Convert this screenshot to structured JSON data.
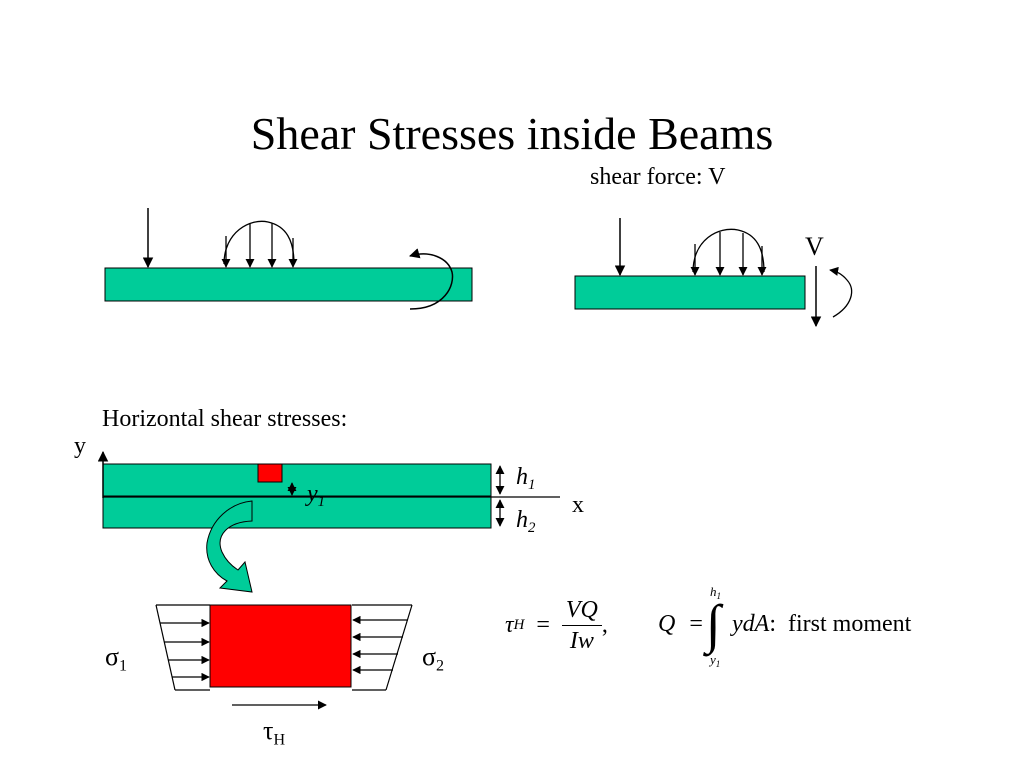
{
  "slide": {
    "title": "Shear Stresses inside Beams",
    "shear_force_label": "shear force: V",
    "v_label": "V",
    "horizontal_label": "Horizontal shear stresses:",
    "axis_y": "y",
    "axis_x": "x",
    "y1": {
      "base": "y",
      "sub": "1"
    },
    "h1": {
      "base": "h",
      "sub": "1"
    },
    "h2": {
      "base": "h",
      "sub": "2"
    },
    "sigma1": {
      "base": "σ",
      "sub": "1"
    },
    "sigma2": {
      "base": "σ",
      "sub": "2"
    },
    "tauH": {
      "base": "τ",
      "sub": "H"
    },
    "formula1": {
      "lhs": "τ",
      "lhs_sub": "H",
      "eq": "=",
      "num": "VQ",
      "den": "Iw",
      "comma": ","
    },
    "formula2": {
      "lhs": "Q",
      "eq": "=",
      "integral": "∫",
      "upper": "h",
      "upper_sub": "1",
      "lower": "y",
      "lower_sub": "1",
      "integrand": "ydA",
      "colon": ":",
      "desc": "first moment"
    }
  },
  "colors": {
    "beam": "#00cc99",
    "element": "#ff0000",
    "ink": "#000000"
  }
}
